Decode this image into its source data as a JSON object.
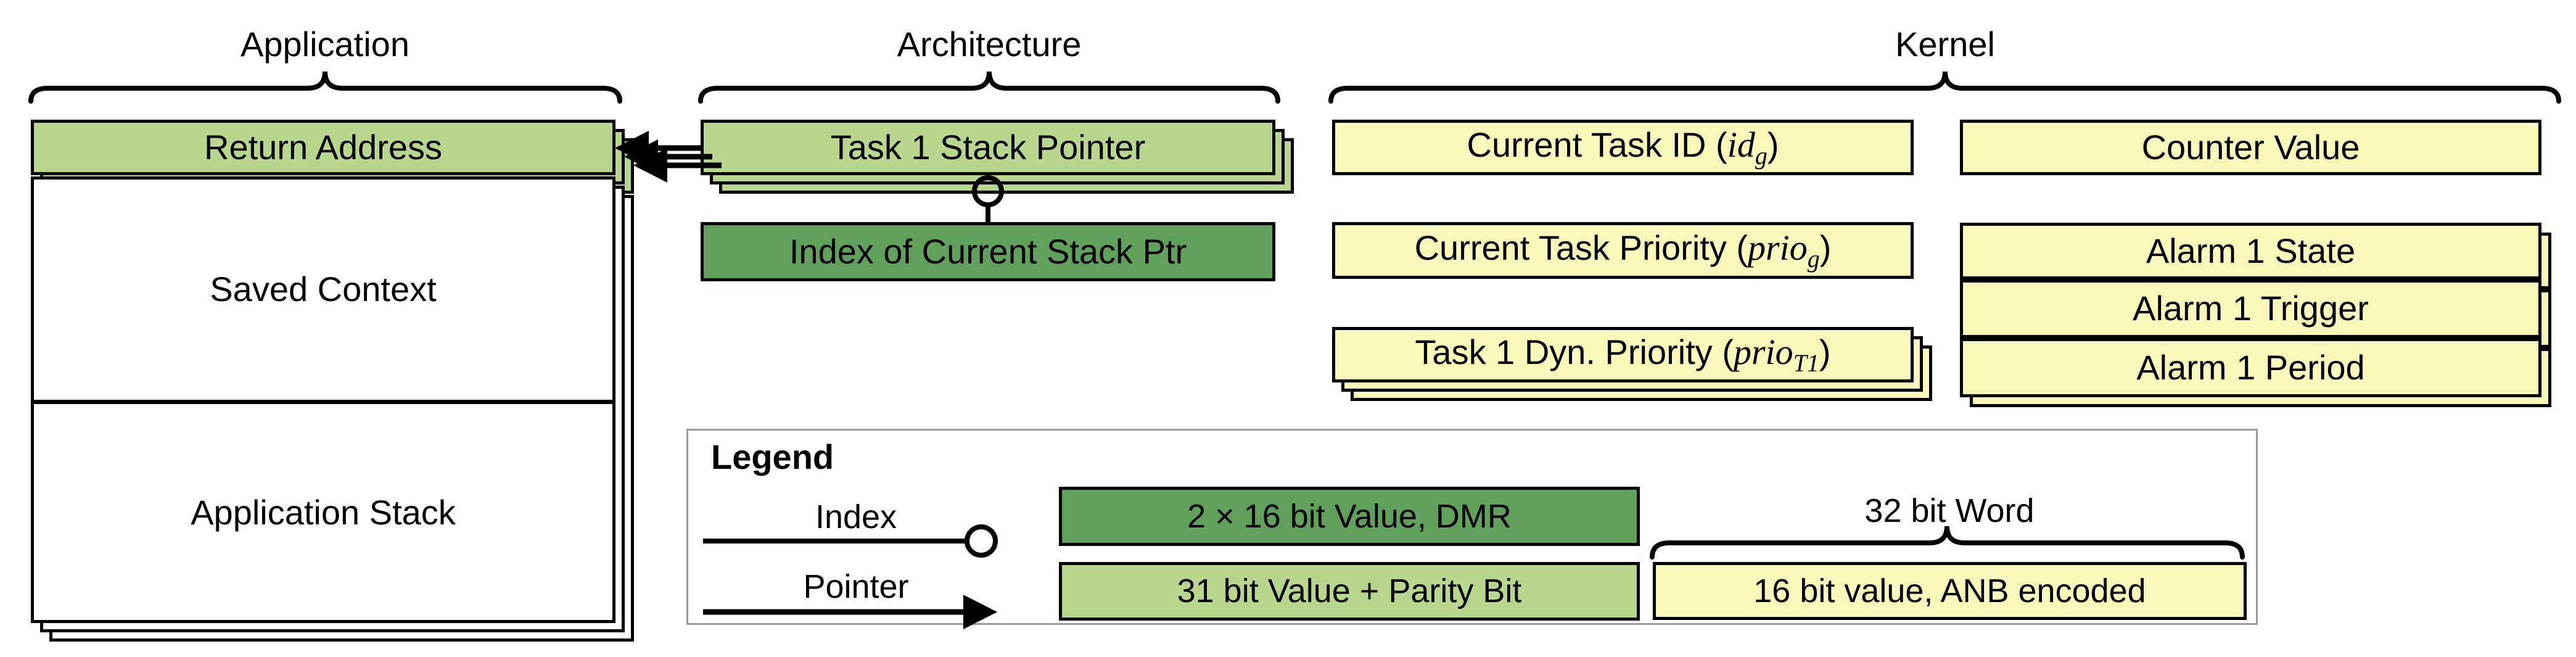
{
  "sections": {
    "application": "Application",
    "architecture": "Architecture",
    "kernel": "Kernel"
  },
  "application": {
    "return_address": "Return Address",
    "saved_context": "Saved Context",
    "application_stack": "Application Stack"
  },
  "architecture": {
    "task1_stack_pointer": "Task 1 Stack Pointer",
    "index_of_current_stack_ptr": "Index of Current Stack Ptr"
  },
  "kernel": {
    "current_task_id": {
      "prefix": "Current Task ID (",
      "var": "id",
      "sub": "g",
      "suffix": ")"
    },
    "counter_value": "Counter Value",
    "current_task_priority": {
      "prefix": "Current Task Priority (",
      "var": "prio",
      "sub": "g",
      "suffix": ")"
    },
    "task1_dyn_priority": {
      "prefix": "Task 1 Dyn. Priority (",
      "var": "prio",
      "sub": "T1",
      "suffix": ")"
    },
    "alarm1_state": "Alarm 1 State",
    "alarm1_trigger": "Alarm 1 Trigger",
    "alarm1_period": "Alarm 1 Period"
  },
  "legend": {
    "title": "Legend",
    "index_label": "Index",
    "pointer_label": "Pointer",
    "dmr_box": "2 × 16 bit Value, DMR",
    "parity_box": "31 bit Value + Parity Bit",
    "word_label": "32 bit Word",
    "anb_box": "16 bit value, ANB encoded"
  },
  "colors": {
    "light_green": "#b8d68e",
    "dark_green": "#5fa05a",
    "pale_yellow": "#f7f8b9",
    "box_border": "#000000",
    "legend_border": "#9c9c9c"
  }
}
